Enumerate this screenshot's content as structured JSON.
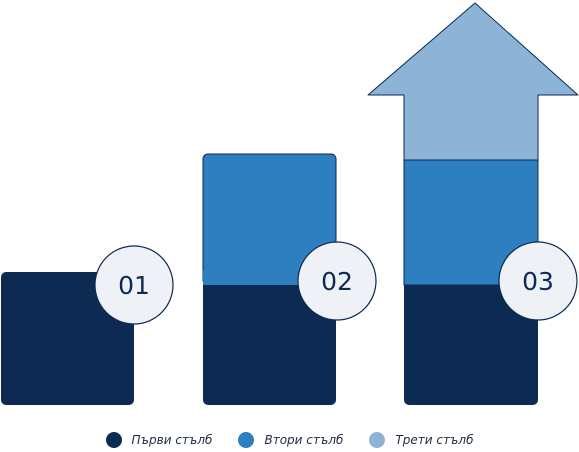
{
  "colors": {
    "navy": "#0c2a52",
    "mid_blue": "#2d7fbf",
    "light_blue": "#8db4d6",
    "badge_fill": "#eef1f5",
    "badge_stroke": "#0d2a52"
  },
  "steps": [
    {
      "number": "01",
      "segments": 1
    },
    {
      "number": "02",
      "segments": 2
    },
    {
      "number": "03",
      "segments": 3
    }
  ],
  "legend": [
    {
      "label": "Първи стълб",
      "color": "#0c2a52"
    },
    {
      "label": "Втори стълб",
      "color": "#2d7fbf"
    },
    {
      "label": "Трети стълб",
      "color": "#8db4d6"
    }
  ]
}
